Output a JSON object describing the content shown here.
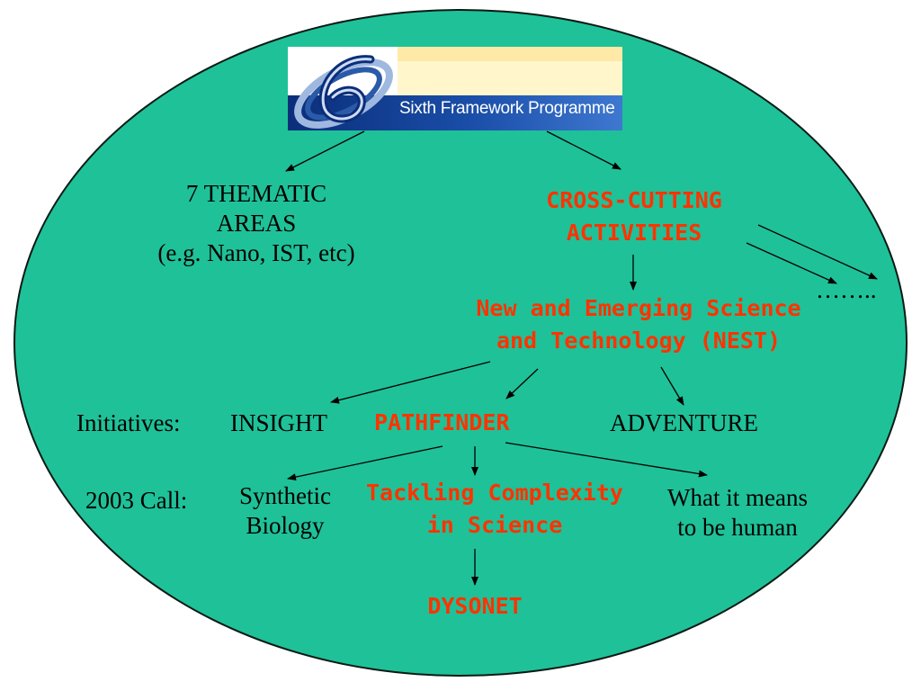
{
  "logo": {
    "text": "Sixth Framework Programme",
    "glyph": "6"
  },
  "nodes": {
    "thematic": [
      "7 THEMATIC",
      "AREAS",
      "(e.g. Nano, IST, etc)"
    ],
    "cross_cutting": [
      "CROSS-CUTTING",
      "ACTIVITIES"
    ],
    "ellipsis": "……..",
    "nest": [
      "New and Emerging Science",
      "and Technology (NEST)"
    ],
    "initiatives_label": "Initiatives:",
    "insight": "INSIGHT",
    "pathfinder": "PATHFINDER",
    "adventure": "ADVENTURE",
    "call_label": "2003 Call:",
    "synthetic_biology": [
      "Synthetic",
      "Biology"
    ],
    "tackling": [
      "Tackling Complexity",
      "in Science"
    ],
    "human": [
      "What it means",
      "to be human"
    ],
    "dysonet": "DYSONET"
  },
  "colors": {
    "background_oval": "#1fc198",
    "highlight_text": "#ff3300",
    "text": "#000000"
  }
}
